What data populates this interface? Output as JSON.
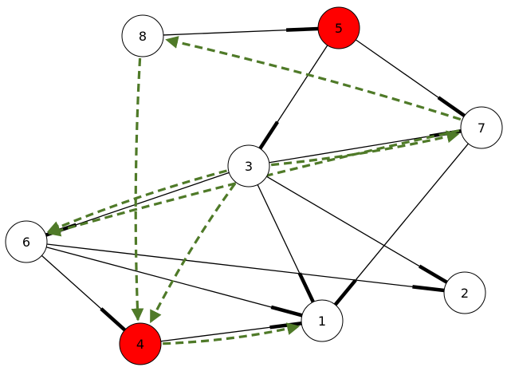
{
  "nodes": [
    {
      "id": "1",
      "label": "1",
      "fill": "#ffffff"
    },
    {
      "id": "2",
      "label": "2",
      "fill": "#ffffff"
    },
    {
      "id": "3",
      "label": "3",
      "fill": "#ffffff"
    },
    {
      "id": "4",
      "label": "4",
      "fill": "#ff0000"
    },
    {
      "id": "5",
      "label": "5",
      "fill": "#ff0000"
    },
    {
      "id": "6",
      "label": "6",
      "fill": "#ffffff"
    },
    {
      "id": "7",
      "label": "7",
      "fill": "#ffffff"
    },
    {
      "id": "8",
      "label": "8",
      "fill": "#ffffff"
    }
  ],
  "edges": [
    {
      "source": "8",
      "target": "5"
    },
    {
      "source": "5",
      "target": "3"
    },
    {
      "source": "5",
      "target": "7"
    },
    {
      "source": "3",
      "target": "7"
    },
    {
      "source": "3",
      "target": "6"
    },
    {
      "source": "3",
      "target": "2"
    },
    {
      "source": "3",
      "target": "1"
    },
    {
      "source": "6",
      "target": "2"
    },
    {
      "source": "6",
      "target": "1"
    },
    {
      "source": "6",
      "target": "4"
    },
    {
      "source": "4",
      "target": "1"
    },
    {
      "source": "7",
      "target": "1"
    }
  ],
  "directed_edges": [
    {
      "source": "7",
      "target": "8"
    },
    {
      "source": "8",
      "target": "4"
    },
    {
      "source": "3",
      "target": "7"
    },
    {
      "source": "3",
      "target": "6"
    },
    {
      "source": "7",
      "target": "6"
    },
    {
      "source": "3",
      "target": "4"
    },
    {
      "source": "4",
      "target": "1"
    }
  ],
  "colors": {
    "highlight_node": "#ff0000",
    "default_node": "#ffffff",
    "edge": "#000000",
    "directed_edge": "#4f7a28"
  }
}
